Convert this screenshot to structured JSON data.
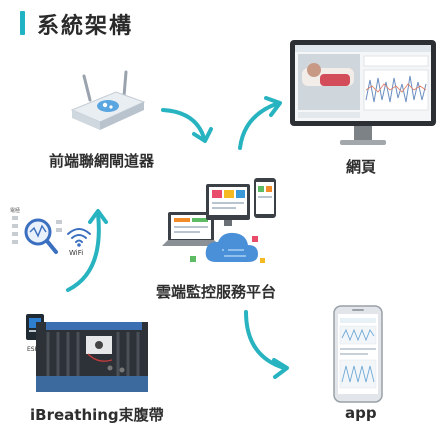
{
  "title": "系統架構",
  "nodes": {
    "gateway": "前端聯網閘道器",
    "web": "網頁",
    "cloud": "雲端監控服務平台",
    "belt": "iBreathing束腹帶",
    "app": "app"
  },
  "small_labels": {
    "wifi": "WiFi",
    "esp32": "ESP32"
  },
  "colors": {
    "accent": "#1fb3c4",
    "arrow": "#27b3c0"
  }
}
